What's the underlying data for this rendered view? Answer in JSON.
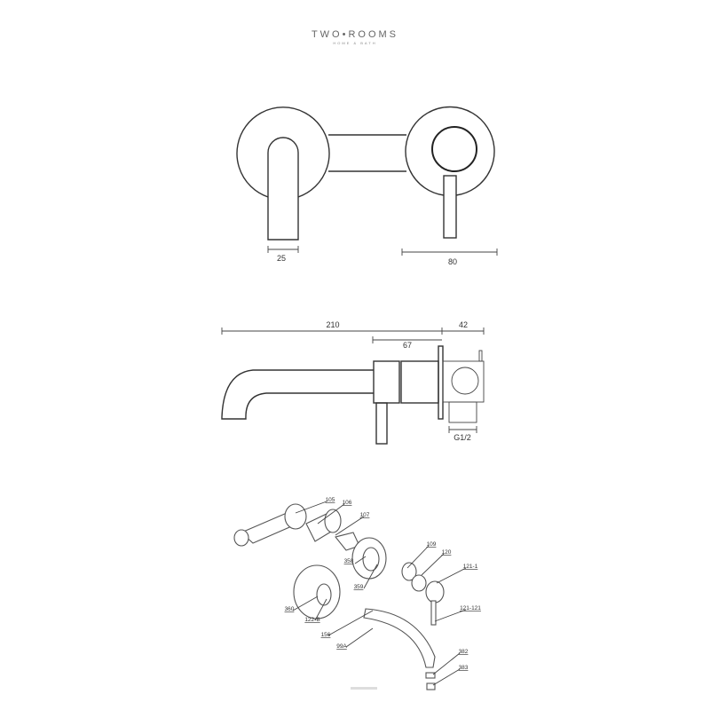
{
  "logo": {
    "name": "TWO•ROOMS",
    "tagline": "HOME & BATH"
  },
  "front_view": {
    "dimensions": [
      "25",
      "80"
    ]
  },
  "side_view": {
    "dimensions": [
      "210",
      "67",
      "42",
      "G1/2"
    ]
  },
  "exploded_view": {
    "part_labels": [
      "105",
      "106",
      "107",
      "109",
      "120",
      "121-1",
      "121-121",
      "358",
      "359",
      "360",
      "122-B",
      "156",
      "99A",
      "382",
      "383"
    ]
  }
}
